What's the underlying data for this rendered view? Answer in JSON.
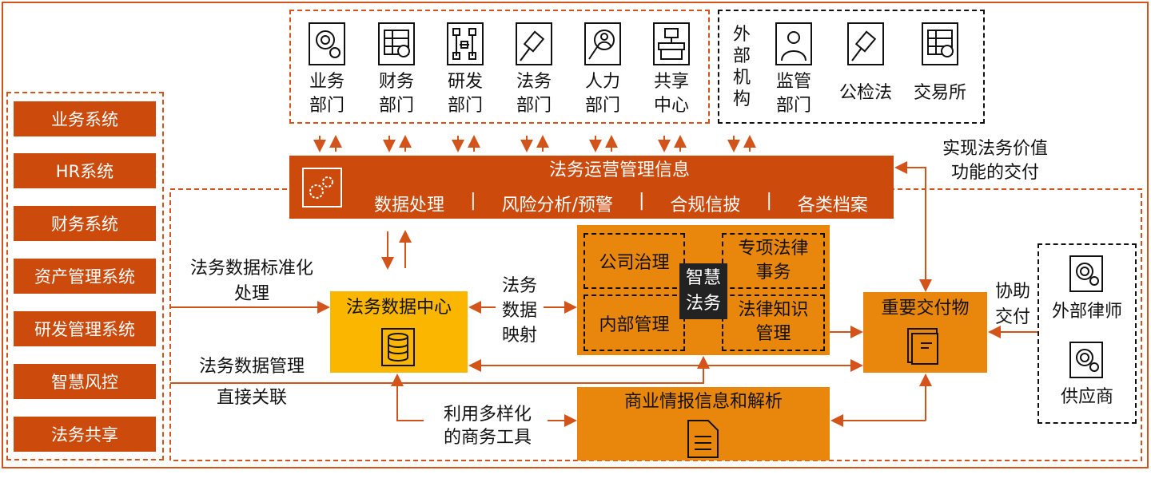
{
  "colors": {
    "dark_orange": "#cc4a0c",
    "orange": "#e8870c",
    "yellow": "#fbb600",
    "black_box": "#222222"
  },
  "systems": [
    "业务系统",
    "HR系统",
    "财务系统",
    "资产管理系统",
    "研发管理系统",
    "智慧风控",
    "法务共享"
  ],
  "departments": [
    {
      "icon": "money-gear-icon",
      "line1": "业务",
      "line2": "部门"
    },
    {
      "icon": "spreadsheet-percent-icon",
      "line1": "财务",
      "line2": "部门"
    },
    {
      "icon": "flowchart-icon",
      "line1": "研发",
      "line2": "部门"
    },
    {
      "icon": "gavel-icon",
      "line1": "法务",
      "line2": "部门"
    },
    {
      "icon": "person-search-icon",
      "line1": "人力",
      "line2": "部门"
    },
    {
      "icon": "desk-icon",
      "line1": "共享",
      "line2": "中心"
    }
  ],
  "external_orgs": {
    "title": "外部机构",
    "items": [
      {
        "icon": "person-icon",
        "label": "监管部门"
      },
      {
        "icon": "gavel-icon",
        "label": "公检法"
      },
      {
        "icon": "spreadsheet-percent-icon",
        "label": "交易所"
      }
    ]
  },
  "ops_bar": {
    "title": "法务运营管理信息",
    "items": [
      "数据处理",
      "风险分析/预警",
      "合规信披",
      "各类档案"
    ]
  },
  "value_note": [
    "实现法务价值",
    "功能的交付"
  ],
  "data_center": "法务数据中心",
  "mapping": [
    "法务",
    "数据",
    "映射"
  ],
  "standardize": [
    "法务数据标准化",
    "处理"
  ],
  "data_mgmt": [
    "法务数据管理",
    "直接关联"
  ],
  "smart_legal": {
    "center": [
      "智慧",
      "法务"
    ],
    "quadrants": [
      [
        "公司治理"
      ],
      [
        "专项法律",
        "事务"
      ],
      [
        "内部管理"
      ],
      [
        "法律知识",
        "管理"
      ]
    ]
  },
  "deliverables": "重要交付物",
  "assist": [
    "协助",
    "交付"
  ],
  "external_partners": [
    "外部律师",
    "供应商"
  ],
  "bi": "商业情报信息和解析",
  "tools": [
    "利用多样化",
    "的商务工具"
  ]
}
